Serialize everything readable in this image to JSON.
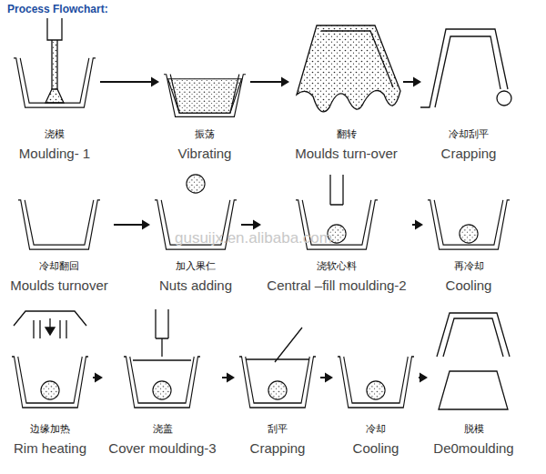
{
  "diagram": {
    "title": "Process Flowchart:",
    "nodes": [
      {
        "text": [
          "浇模",
          "Moulding- 1"
        ]
      },
      {
        "text": [
          "振荡",
          "Vibrating"
        ]
      },
      {
        "text": [
          "翻转",
          "Moulds turn-over"
        ]
      },
      {
        "text": [
          "冷却刮平",
          "Crapping"
        ]
      },
      {
        "text": [
          "冷却翻回",
          "Moulds turnover"
        ]
      },
      {
        "text": [
          "加入果仁",
          "Nuts adding"
        ]
      },
      {
        "text": [
          "浇软心料",
          "Central –fill moulding-2"
        ]
      },
      {
        "text": [
          "再冷却",
          "Cooling"
        ]
      },
      {
        "text": [
          "边缘加热",
          "Rim heating"
        ]
      },
      {
        "text": [
          "浇盖",
          "Cover moulding-3"
        ]
      },
      {
        "text": [
          "刮平",
          "Crapping"
        ]
      },
      {
        "text": [
          "冷却",
          "Cooling"
        ]
      },
      {
        "text": [
          "脱模",
          "De0moulding"
        ]
      }
    ],
    "edges": [
      {
        "from": 0,
        "to": 1,
        "arrow": "to"
      },
      {
        "from": 1,
        "to": 2,
        "arrow": "to"
      },
      {
        "from": 2,
        "to": 3,
        "arrow": "to"
      },
      {
        "from": 4,
        "to": 5,
        "arrow": "to"
      },
      {
        "from": 5,
        "to": 6,
        "arrow": "to"
      },
      {
        "from": 6,
        "to": 7,
        "arrow": "to"
      },
      {
        "from": 8,
        "to": 9,
        "arrow": "to"
      },
      {
        "from": 9,
        "to": 10,
        "arrow": "to"
      },
      {
        "from": 10,
        "to": 11,
        "arrow": "to"
      },
      {
        "from": 11,
        "to": 12,
        "arrow": "to"
      }
    ],
    "labels": [
      "gusuijx.en.alibaba.com"
    ]
  }
}
